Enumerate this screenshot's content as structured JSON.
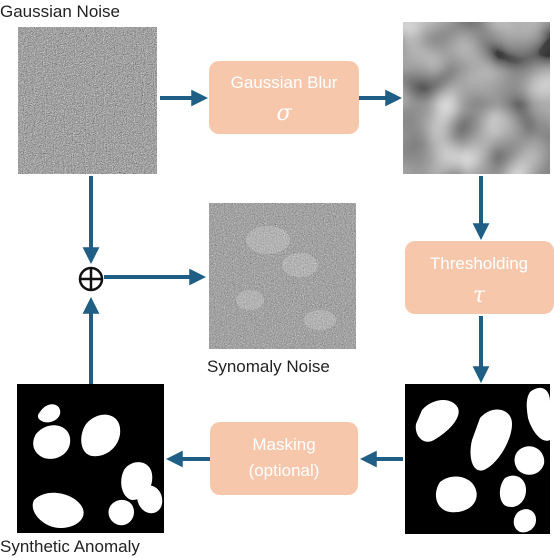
{
  "labels": {
    "gaussian_noise": "Gaussian Noise",
    "synomaly_noise": "Synomaly Noise",
    "synthetic_anomaly": "Synthetic Anomaly"
  },
  "boxes": {
    "blur": {
      "title": "Gaussian Blur",
      "symbol": "σ"
    },
    "threshold": {
      "title": "Thresholding",
      "symbol": "τ"
    },
    "masking": {
      "line1": "Masking",
      "line2": "(optional)"
    }
  },
  "operator": "⊕",
  "colors": {
    "arrow": "#1f5f86",
    "box_fill": "#f7c7ac",
    "box_text": "#ffffff",
    "mask_bg": "#000000",
    "mask_blob": "#ffffff"
  }
}
